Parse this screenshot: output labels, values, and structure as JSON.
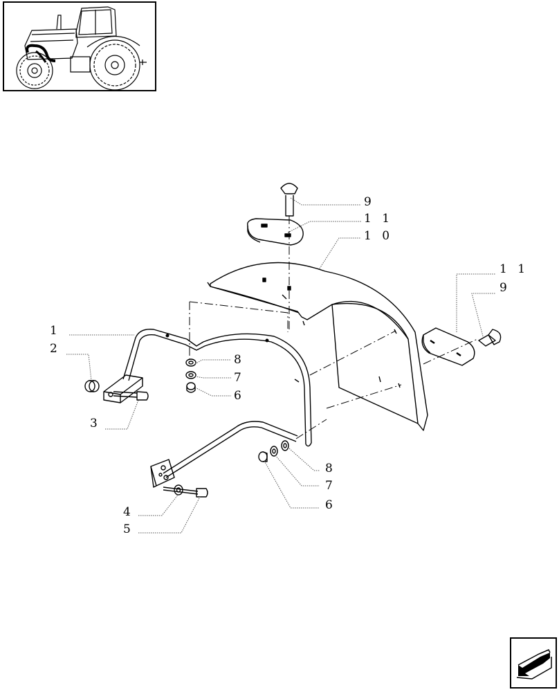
{
  "thumbnail": {
    "icon": "tractor-location-icon"
  },
  "callouts": {
    "c1": "1",
    "c2": "2",
    "c3": "3",
    "c4": "4",
    "c5": "5",
    "c6a": "6",
    "c7a": "7",
    "c8a": "8",
    "c6b": "6",
    "c7b": "7",
    "c8b": "8",
    "c9a": "9",
    "c11a": "1 1",
    "c10": "1 0",
    "c11b": "1 1",
    "c9b": "9"
  },
  "navigation": {
    "icon": "next-page-arrow-icon"
  },
  "colors": {
    "ink": "#000000",
    "paper": "#ffffff",
    "leader": "#555555"
  }
}
